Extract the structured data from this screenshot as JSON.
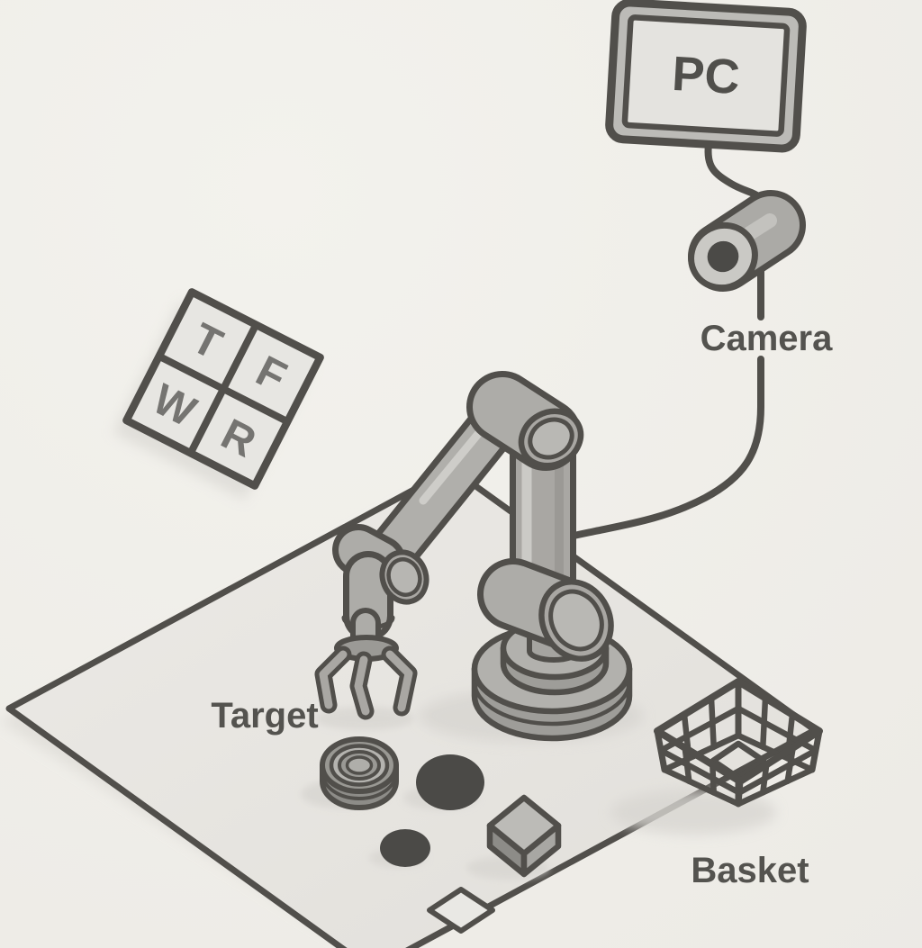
{
  "scene": {
    "type": "isometric-robot-workcell-diagram",
    "labels": {
      "pc": "PC",
      "camera": "Camera",
      "target": "Target",
      "basket": "Basket"
    },
    "grid_sign": {
      "letters": [
        "T",
        "F",
        "W",
        "R"
      ]
    },
    "components": [
      "pc-monitor",
      "camera",
      "cable",
      "orientation-grid-sign",
      "robot-arm",
      "gripper",
      "workspace-table",
      "target-objects",
      "basket"
    ],
    "target_objects": [
      "ring-disc",
      "large-dark-disc",
      "small-dark-disc",
      "cube",
      "flat-square-outline"
    ],
    "colors": {
      "background": "#F0EFEA",
      "outline": "#514F4B",
      "table_fill": "#E6E4E0",
      "metal_light": "#C6C5C1",
      "metal_mid": "#A9A7A3",
      "metal_dark": "#8D8C88",
      "dark_object": "#4B4A47",
      "screen_fill": "#E4E3DF",
      "bezel_fill": "#BCBBB7",
      "sign_letter": "#757471",
      "label_text": "#54534F",
      "shadow": "#D8D6D1"
    }
  }
}
